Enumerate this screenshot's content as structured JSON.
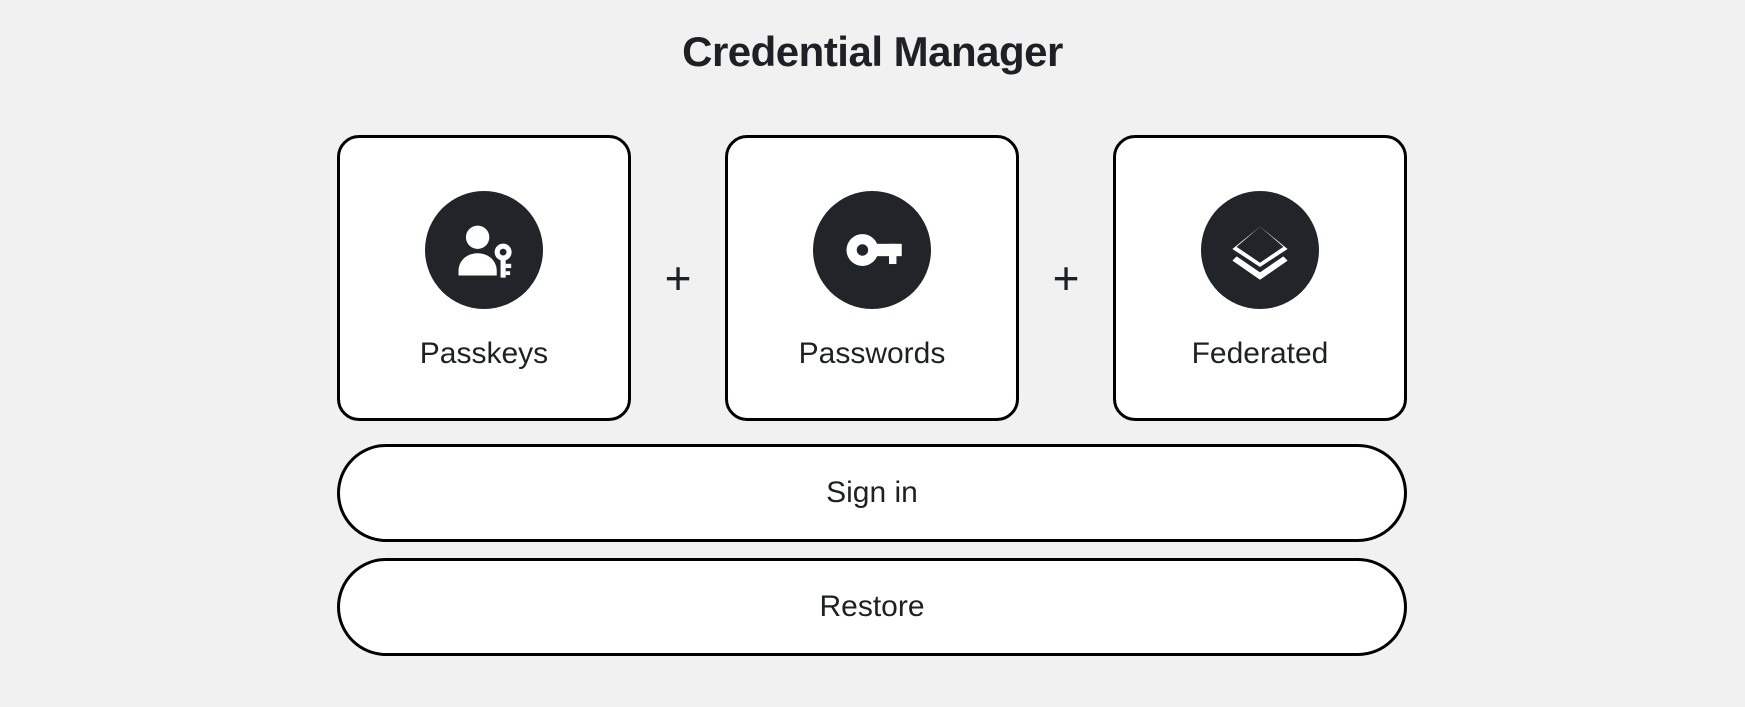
{
  "page": {
    "title": "Credential Manager",
    "background_color": "#f1f1f1",
    "accent_color": "#212529",
    "border_color": "#000000",
    "card_background": "#ffffff"
  },
  "methods": {
    "separator": "+",
    "cards": [
      {
        "label": "Passkeys",
        "icon": "person-key-icon"
      },
      {
        "label": "Passwords",
        "icon": "key-icon"
      },
      {
        "label": "Federated",
        "icon": "layers-icon"
      }
    ]
  },
  "actions": {
    "sign_in_label": "Sign in",
    "restore_label": "Restore"
  }
}
